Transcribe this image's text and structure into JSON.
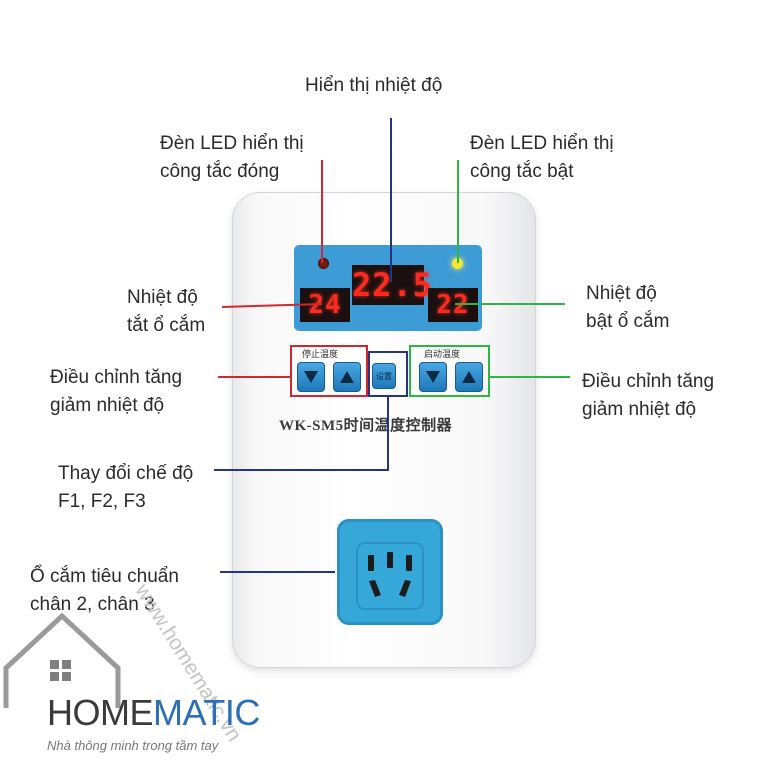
{
  "labels": {
    "display": "Hiển thị nhiệt độ",
    "led_off": [
      "Đèn LED hiển thị",
      "công tắc đóng"
    ],
    "led_on": [
      "Đèn LED hiển thị",
      "công tắc bật"
    ],
    "temp_off": [
      "Nhiệt độ",
      "tắt ổ cắm"
    ],
    "temp_on": [
      "Nhiệt độ",
      "bật ổ cắm"
    ],
    "adjust_left": [
      "Điều chỉnh tăng",
      "giảm nhiệt độ"
    ],
    "adjust_right": [
      "Điều chỉnh tăng",
      "giảm nhiệt độ"
    ],
    "mode": [
      "Thay đổi chế độ",
      "F1, F2, F3"
    ],
    "socket": [
      "Ổ cắm tiêu chuẩn",
      "chân 2, chân 3"
    ]
  },
  "device": {
    "main_display": "22.5",
    "left_display": "24",
    "right_display": "22",
    "left_group_label": "停止温度",
    "right_group_label": "启动温度",
    "set_button_label": "设置",
    "model": "WK-SM5时间温度控制器",
    "led_left_color": "#7a1a14",
    "led_right_color": "#f6e531"
  },
  "brand": {
    "logo_home": "HOME",
    "logo_matic": "MATIC",
    "tagline": "Nhà thông minh trong tầm tay",
    "watermark": "www.homematic.vn",
    "logo_dark_color": "#3a3a3a",
    "logo_blue_color": "#2d6fb5"
  },
  "colors": {
    "red_line": "#d0282e",
    "green_line": "#2fb543",
    "blue_line": "#27347f"
  }
}
